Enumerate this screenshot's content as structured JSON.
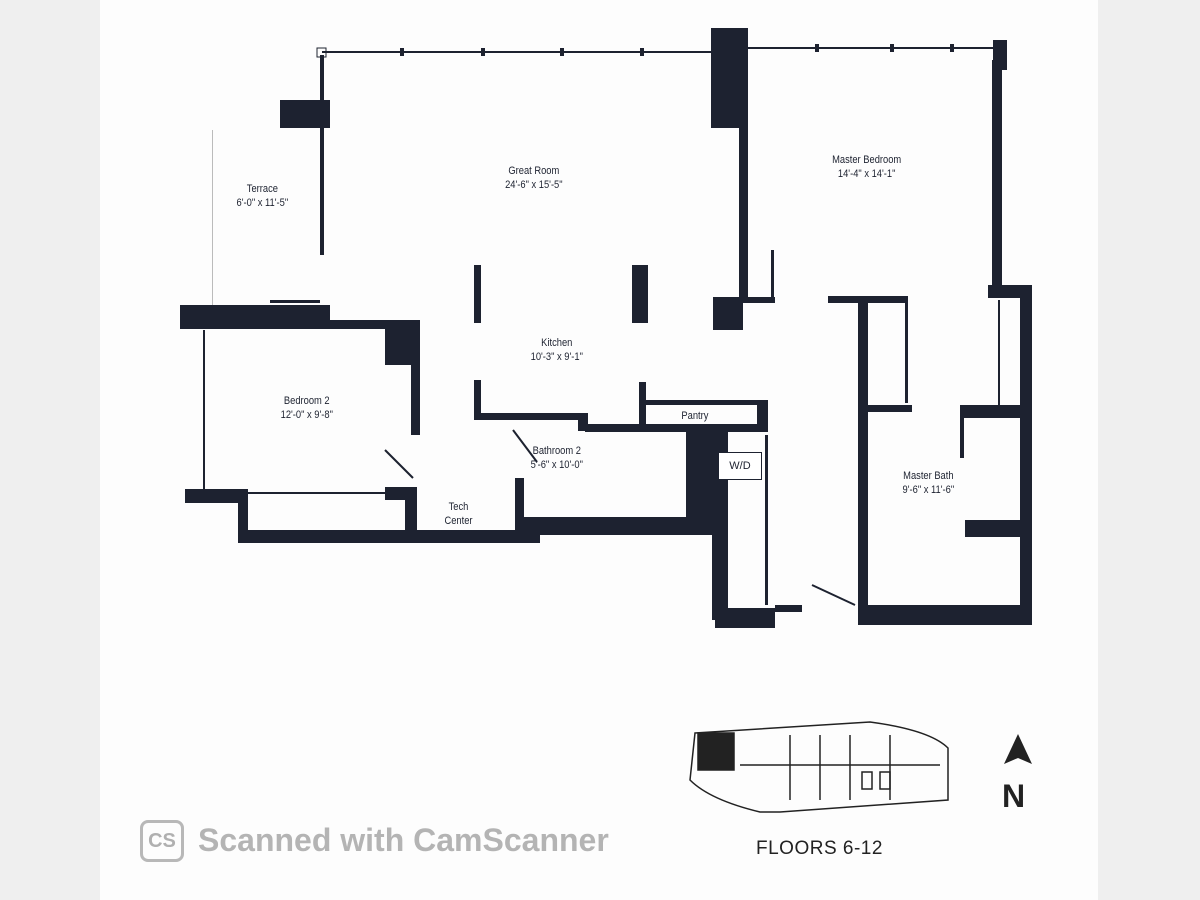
{
  "rooms": [
    {
      "name": "Terrace",
      "dims": "6'-0\" x 11'-5\""
    },
    {
      "name": "Great Room",
      "dims": "24'-6\" x 15'-5\""
    },
    {
      "name": "Master Bedroom",
      "dims": "14'-4\" x 14'-1\""
    },
    {
      "name": "Kitchen",
      "dims": "10'-3\" x 9'-1\""
    },
    {
      "name": "Bedroom 2",
      "dims": "12'-0\" x 9'-8\""
    },
    {
      "name": "Bathroom 2",
      "dims": "5'-6\" x 10'-0\""
    },
    {
      "name": "Master Bath",
      "dims": "9'-6\" x 11'-6\""
    }
  ],
  "labels": {
    "pantry": "Pantry",
    "tech_center_line1": "Tech",
    "tech_center_line2": "Center",
    "washer_dryer": "W/D"
  },
  "key_plan": {
    "label": "FLOORS 6-12",
    "north": "N"
  },
  "watermark": {
    "logo": "CS",
    "text": "Scanned with CamScanner"
  },
  "colors": {
    "wall": "#1d2230",
    "paper": "#fdfdfd",
    "margin": "#efefef"
  }
}
